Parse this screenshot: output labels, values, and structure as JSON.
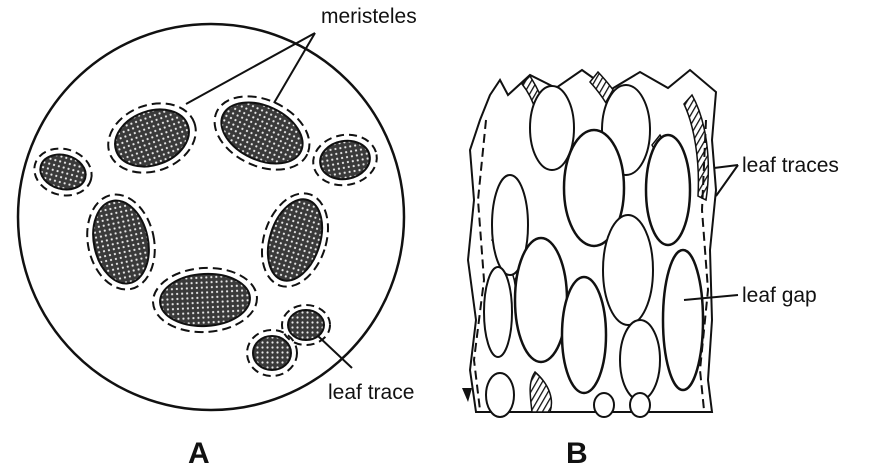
{
  "panel_a": {
    "caption": "A",
    "labels": {
      "meristeles": "meristeles",
      "leaf_trace": "leaf trace"
    }
  },
  "panel_b": {
    "caption": "B",
    "labels": {
      "leaf_traces": "leaf traces",
      "leaf_gap": "leaf gap"
    }
  }
}
